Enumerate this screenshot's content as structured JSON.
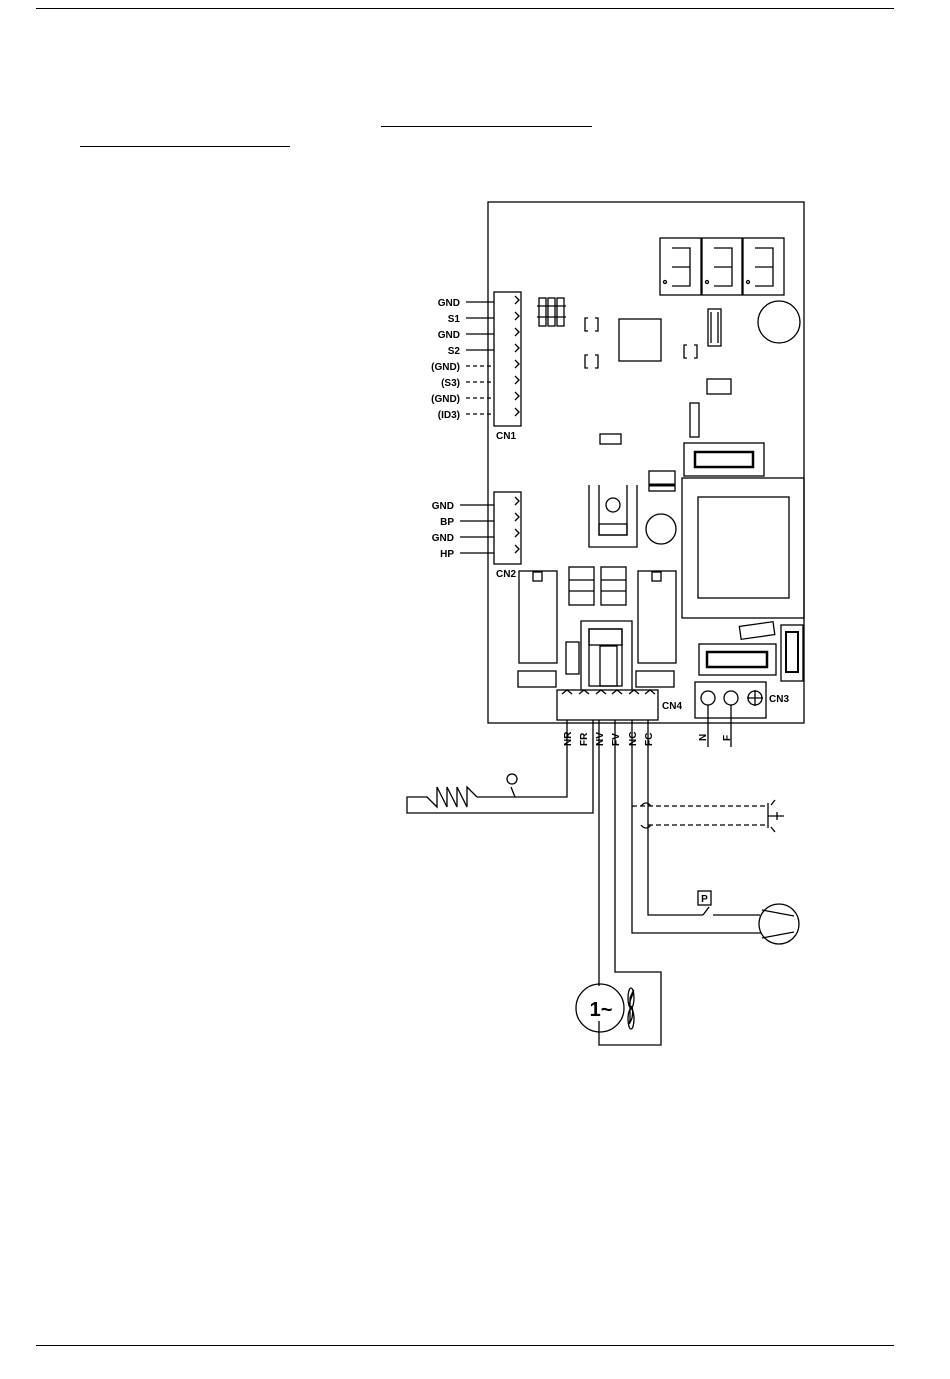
{
  "connectors": {
    "cn1": {
      "label": "CN1",
      "pins": [
        {
          "label": "GND",
          "dashed": false
        },
        {
          "label": "S1",
          "dashed": false
        },
        {
          "label": "GND",
          "dashed": false
        },
        {
          "label": "S2",
          "dashed": false
        },
        {
          "label": "(GND)",
          "dashed": true
        },
        {
          "label": "(S3)",
          "dashed": true
        },
        {
          "label": "(GND)",
          "dashed": true
        },
        {
          "label": "(ID3)",
          "dashed": true
        }
      ]
    },
    "cn2": {
      "label": "CN2",
      "pins": [
        {
          "label": "GND",
          "dashed": false
        },
        {
          "label": "BP",
          "dashed": false
        },
        {
          "label": "GND",
          "dashed": false
        },
        {
          "label": "HP",
          "dashed": false
        }
      ]
    },
    "cn3": {
      "label": "CN3",
      "terminals": [
        "N",
        "F"
      ]
    },
    "cn4": {
      "label": "CN4",
      "terminals": [
        "NR",
        "FR",
        "NV",
        "FV",
        "NC",
        "FC"
      ]
    }
  },
  "components": {
    "pressure_switch_label": "P",
    "fan_motor_label": "1~"
  }
}
